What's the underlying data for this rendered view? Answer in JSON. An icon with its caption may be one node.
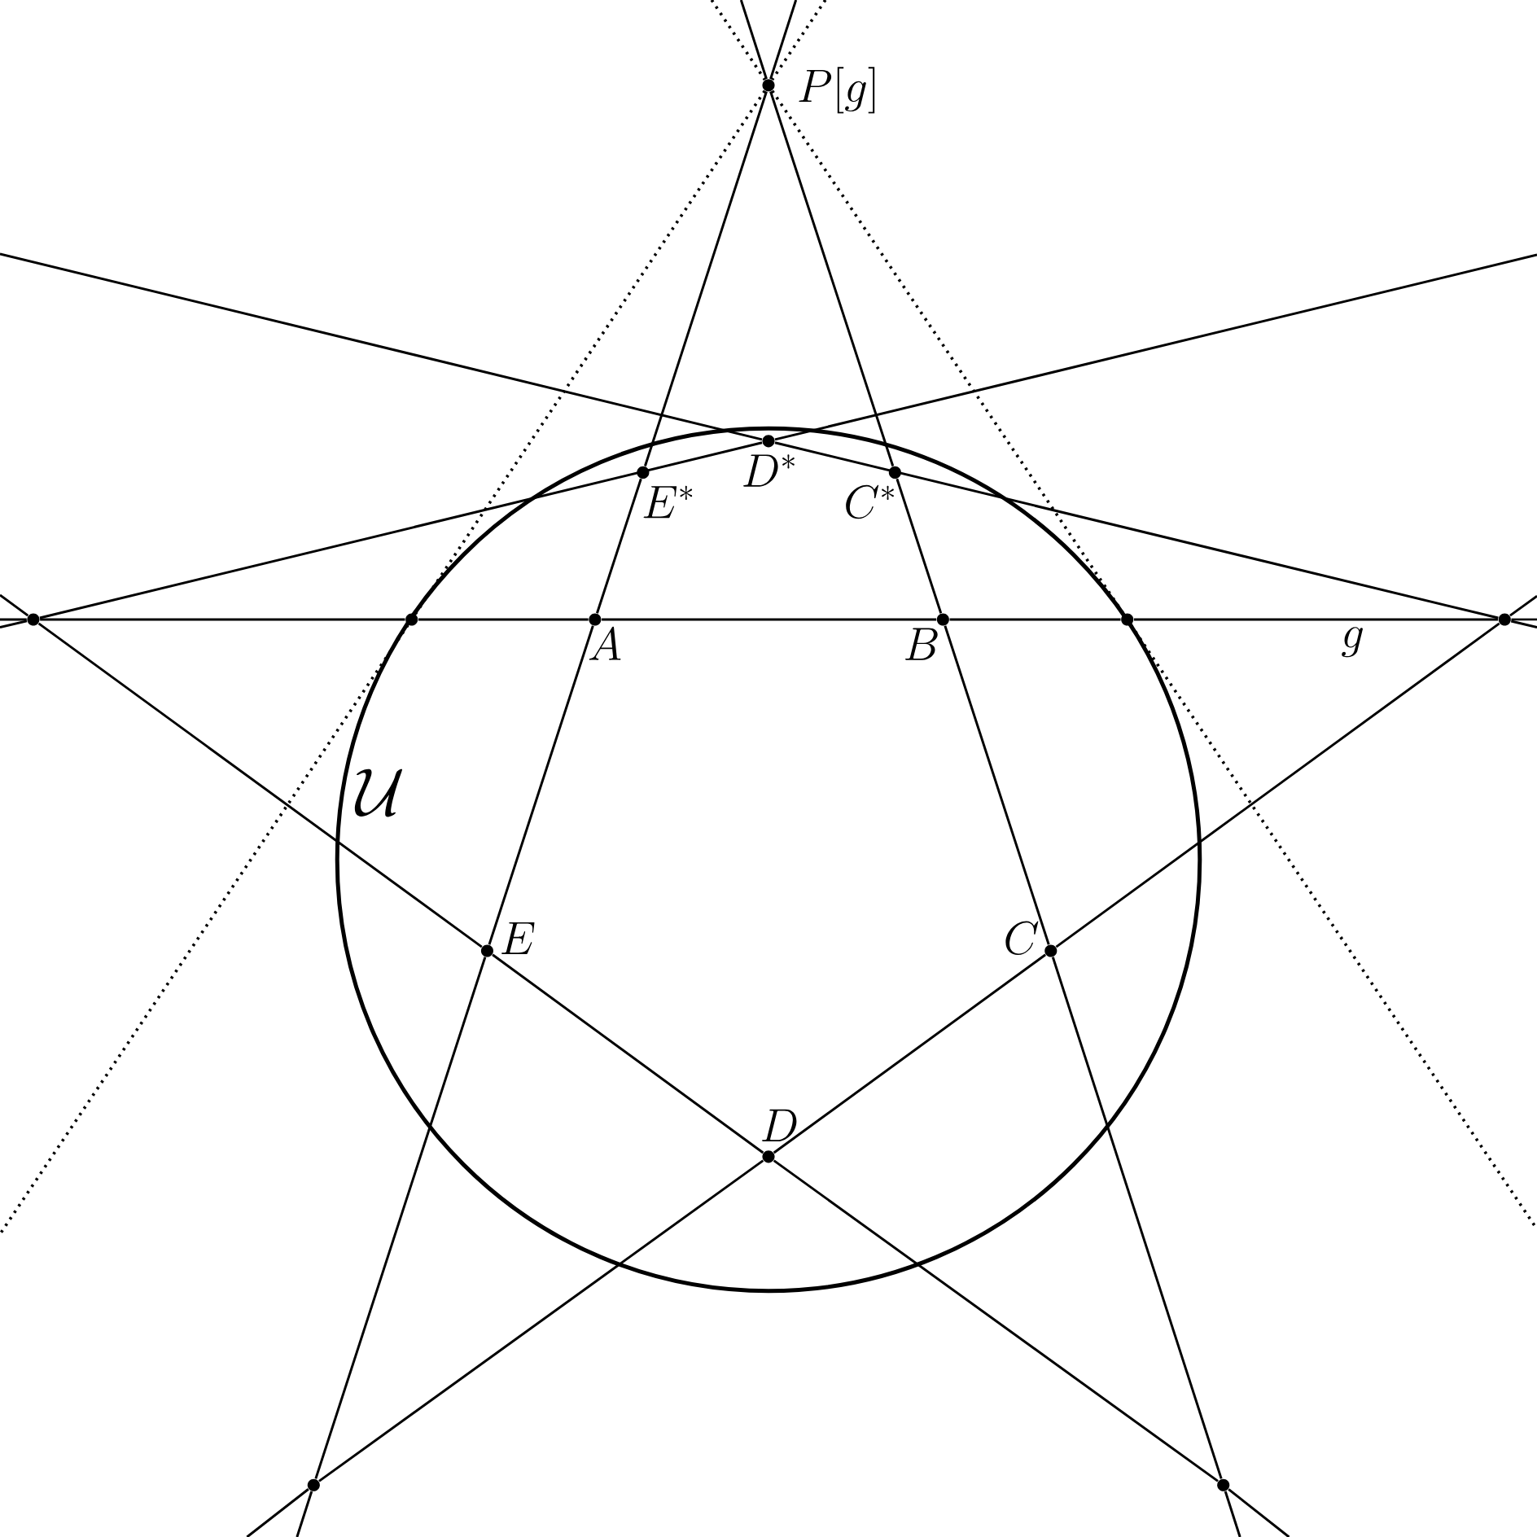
{
  "diagram": {
    "nodes": [
      {
        "text": [],
        "shape": "dot",
        "beside": [
          "P[g]"
        ]
      },
      {
        "text": [],
        "shape": "dot",
        "beside": [
          "E^{*}"
        ]
      },
      {
        "text": [],
        "shape": "dot",
        "beside": [
          "D^{*}"
        ]
      },
      {
        "text": [],
        "shape": "dot",
        "beside": [
          "C^{*}"
        ]
      },
      {
        "text": [],
        "shape": "dot"
      },
      {
        "text": [],
        "shape": "dot"
      },
      {
        "text": [],
        "shape": "dot",
        "beside": [
          "A"
        ]
      },
      {
        "text": [],
        "shape": "dot",
        "beside": [
          "B"
        ]
      },
      {
        "text": [],
        "shape": "dot"
      },
      {
        "text": [],
        "shape": "dot"
      },
      {
        "text": [],
        "shape": "dot",
        "beside": [
          "E"
        ]
      },
      {
        "text": [],
        "shape": "dot",
        "beside": [
          "C"
        ]
      },
      {
        "text": [],
        "shape": "dot",
        "beside": [
          "D"
        ]
      },
      {
        "text": [],
        "shape": "dot"
      },
      {
        "text": [],
        "shape": "dot"
      }
    ],
    "labels": [
      "\\mathcal{U}"
    ],
    "edges": [
      {
        "from": null,
        "to": 0,
        "arrow": "none"
      },
      {
        "from": 0,
        "to": 1,
        "arrow": "none"
      },
      {
        "from": 1,
        "to": 6,
        "arrow": "none"
      },
      {
        "from": 6,
        "to": 10,
        "arrow": "none"
      },
      {
        "from": 10,
        "to": 13,
        "arrow": "none"
      },
      {
        "from": 13,
        "to": null,
        "arrow": "none"
      },
      {
        "from": null,
        "to": 0,
        "arrow": "none"
      },
      {
        "from": 0,
        "to": 3,
        "arrow": "none"
      },
      {
        "from": 3,
        "to": 7,
        "arrow": "none"
      },
      {
        "from": 7,
        "to": 11,
        "arrow": "none"
      },
      {
        "from": 11,
        "to": 14,
        "arrow": "none"
      },
      {
        "from": 14,
        "to": null,
        "arrow": "none"
      },
      {
        "from": null,
        "to": 4,
        "arrow": "none"
      },
      {
        "from": 4,
        "to": 5,
        "arrow": "none"
      },
      {
        "from": 5,
        "to": 6,
        "arrow": "none"
      },
      {
        "from": 6,
        "to": 7,
        "arrow": "none"
      },
      {
        "from": 7,
        "to": 8,
        "arrow": "none"
      },
      {
        "from": 8,
        "to": 9,
        "arrow": "none",
        "label": "g"
      },
      {
        "from": 9,
        "to": null,
        "arrow": "none"
      },
      {
        "from": null,
        "to": 4,
        "arrow": "none"
      },
      {
        "from": 4,
        "to": 10,
        "arrow": "none"
      },
      {
        "from": 10,
        "to": 12,
        "arrow": "none"
      },
      {
        "from": 12,
        "to": 14,
        "arrow": "none"
      },
      {
        "from": 14,
        "to": null,
        "arrow": "none"
      },
      {
        "from": null,
        "to": 9,
        "arrow": "none"
      },
      {
        "from": 9,
        "to": 11,
        "arrow": "none"
      },
      {
        "from": 11,
        "to": 12,
        "arrow": "none"
      },
      {
        "from": 12,
        "to": 13,
        "arrow": "none"
      },
      {
        "from": 13,
        "to": null,
        "arrow": "none"
      },
      {
        "from": null,
        "to": 4,
        "arrow": "none"
      },
      {
        "from": 4,
        "to": 2,
        "arrow": "none"
      },
      {
        "from": 2,
        "to": null,
        "arrow": "none"
      },
      {
        "from": null,
        "to": 9,
        "arrow": "none"
      },
      {
        "from": 9,
        "to": 2,
        "arrow": "none"
      },
      {
        "from": 2,
        "to": null,
        "arrow": "none"
      },
      {
        "from": null,
        "to": 0,
        "arrow": "none",
        "style": "dashed"
      },
      {
        "from": 0,
        "to": 8,
        "arrow": "none",
        "style": "dashed"
      },
      {
        "from": 8,
        "to": null,
        "arrow": "none",
        "style": "dashed"
      },
      {
        "from": null,
        "to": 0,
        "arrow": "none",
        "style": "dashed"
      },
      {
        "from": 0,
        "to": 5,
        "arrow": "none",
        "style": "dashed"
      },
      {
        "from": 5,
        "to": null,
        "arrow": "none",
        "style": "dashed"
      }
    ]
  }
}
